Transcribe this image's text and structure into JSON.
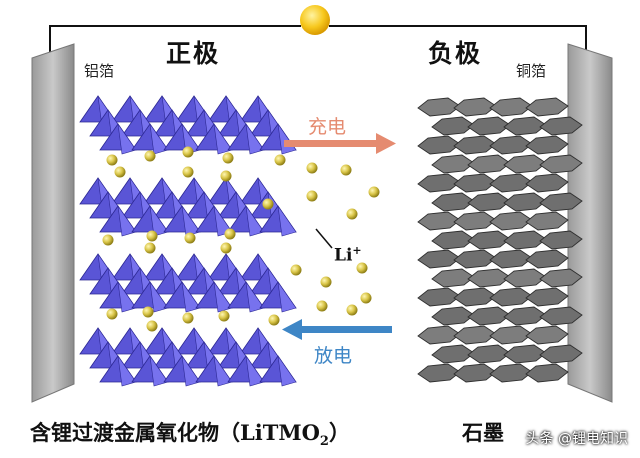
{
  "titles": {
    "cathode": "正极",
    "anode": "负极"
  },
  "foils": {
    "cathode": "铝箔",
    "anode": "铜箔"
  },
  "arrows": {
    "charge": {
      "label": "充电",
      "color": "#e58b70"
    },
    "discharge": {
      "label": "放电",
      "color": "#3e86c6"
    }
  },
  "ion": {
    "symbol": "Li",
    "charge": "+"
  },
  "captions": {
    "cathode_prefix": "含锂过渡金属氧化物（LiTMO",
    "cathode_sub": "2",
    "cathode_suffix": "）",
    "anode": "石墨"
  },
  "watermark": "头条 @锂电知识",
  "colors": {
    "octahedra": "#5a55d6",
    "graphite": "#6f6f6f",
    "lithium": "#c8b43a",
    "sun": "#f6c21d",
    "wire": "#111111"
  }
}
